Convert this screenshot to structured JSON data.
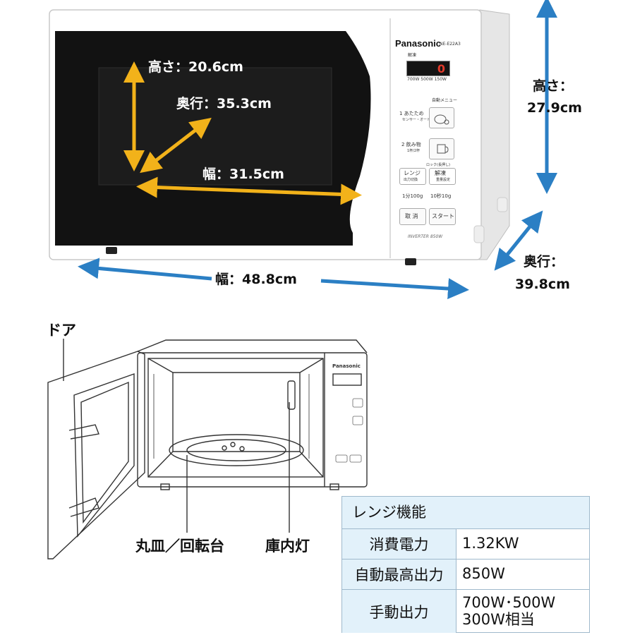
{
  "microwave": {
    "brand": "Panasonic",
    "model": "NE-E22A3",
    "panel": {
      "display_value": "0",
      "display_label": "解凍",
      "power_levels": "700W 500W 150W",
      "auto_menu": "自動メニュー",
      "btn1": "1 あたため",
      "btn1_sub": "センサー・オート",
      "btn2": "2 飲み物",
      "btn2_sub": "1杯/2杯",
      "lock": "ロック(長押し)",
      "range": "レンジ",
      "range_sub": "出力切換",
      "defrost": "解凍",
      "defrost_sub": "重量設定",
      "min": "1分100g",
      "sec": "10秒10g",
      "cancel": "取 消",
      "start": "スタート",
      "inverter": "INVERTER 850W"
    }
  },
  "dimensions": {
    "inner_height": "高さ：20.6cm",
    "inner_depth": "奥行：35.3cm",
    "inner_width": "幅：31.5cm",
    "outer_height_1": "高さ：",
    "outer_height_2": "27.9cm",
    "outer_depth_1": "奥行：",
    "outer_depth_2": "39.8cm",
    "outer_width": "幅：48.8cm"
  },
  "labels": {
    "door": "ドア",
    "plate": "丸皿／回転台",
    "lamp": "庫内灯"
  },
  "spec_table": {
    "header": "レンジ機能",
    "rows": [
      {
        "label": "消費電力",
        "value": "1.32KW"
      },
      {
        "label": "自動最高出力",
        "value": "850W"
      },
      {
        "label": "手動出力",
        "value_line1": "700W･500W",
        "value_line2": "300W相当"
      }
    ]
  },
  "colors": {
    "yellow_arrow": "#f2b21a",
    "blue_arrow": "#2b7fc4",
    "table_fill": "#e2f1fa"
  }
}
